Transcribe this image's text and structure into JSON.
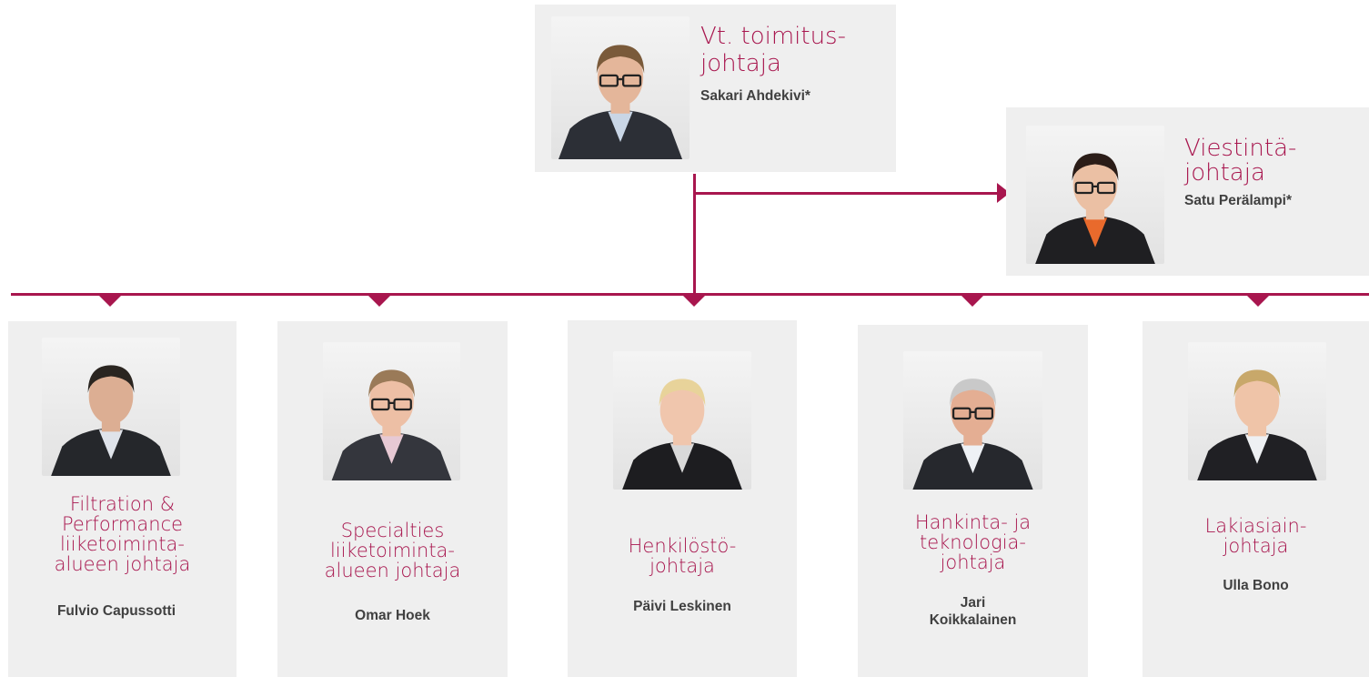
{
  "ceo": {
    "title_lines": [
      "Vt. toimitus-",
      "johtaja"
    ],
    "name": "Sakari Ahdekivi*",
    "portrait": {
      "hair": "#7a5a3a",
      "skin": "#e4b69a",
      "suit": "#2c2f36",
      "shirt": "#c9d6e6",
      "glasses": true
    }
  },
  "communications": {
    "title_lines": [
      "Viestintä-",
      "johtaja"
    ],
    "name": "Satu Perälampi*",
    "portrait": {
      "hair": "#2b1d18",
      "skin": "#ebc0a4",
      "suit": "#1f1f22",
      "shirt": "#e96a2c",
      "glasses": true
    }
  },
  "reports": [
    {
      "title_lines": [
        "Filtration &",
        "Performance",
        "liiketoiminta-",
        "alueen johtaja"
      ],
      "name_lines": [
        "Fulvio Capussotti"
      ],
      "portrait": {
        "hair": "#2a2520",
        "skin": "#dcae93",
        "suit": "#25272b",
        "shirt": "#dfe3ea",
        "glasses": false
      }
    },
    {
      "title_lines": [
        "Specialties",
        "liiketoiminta-",
        "alueen johtaja"
      ],
      "name_lines": [
        "Omar Hoek"
      ],
      "portrait": {
        "hair": "#9a7a58",
        "skin": "#edbfa5",
        "suit": "#34363d",
        "shirt": "#e7c9d4",
        "glasses": true
      }
    },
    {
      "title_lines": [
        "Henkilöstö-",
        "johtaja"
      ],
      "name_lines": [
        "Päivi Leskinen"
      ],
      "portrait": {
        "hair": "#e8d39a",
        "skin": "#f0c6ad",
        "suit": "#1d1d20",
        "shirt": "#d9d9d9",
        "glasses": false
      }
    },
    {
      "title_lines": [
        "Hankinta- ja",
        "teknologia-",
        "johtaja"
      ],
      "name_lines": [
        "Jari",
        "Koikkalainen"
      ],
      "portrait": {
        "hair": "#c9c9c9",
        "skin": "#e4ae93",
        "suit": "#26282d",
        "shirt": "#eef1f5",
        "glasses": true
      }
    },
    {
      "title_lines": [
        "Lakiasiain-",
        "johtaja"
      ],
      "name_lines": [
        "Ulla Bono"
      ],
      "portrait": {
        "hair": "#c8a86a",
        "skin": "#efc4a8",
        "suit": "#202024",
        "shirt": "#eef0f3",
        "glasses": false
      }
    }
  ],
  "colors": {
    "accent": "#a8164e",
    "card": "#efefef",
    "name_text": "#404040"
  }
}
